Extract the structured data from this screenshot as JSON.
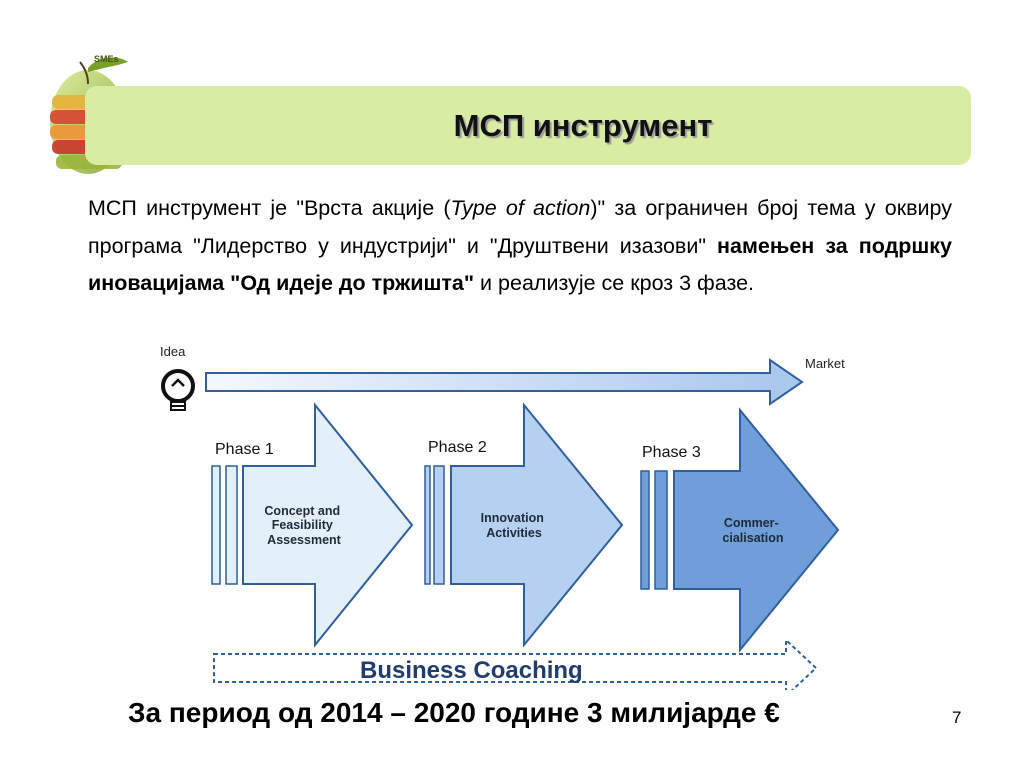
{
  "slide": {
    "logo_text": "SMEs",
    "title": "МСП инструмент",
    "intro": {
      "p1": "МСП инструмент је \"Врста акције (",
      "p2_italic": "Type of action",
      "p3": ")\" за ограничен број тема у оквиру програма \"Лидерство у индустрији\" и \"Друштвени изазови\" ",
      "p4_bold": "намењен за подршку иновацијама \"Од идеје до тржишта\"",
      "p5": " и реализује се кроз 3 фазе."
    },
    "footer_note": "За период од 2014 – 2020 године 3 милијарде €",
    "page_number": "7"
  },
  "diagram": {
    "idea_label": "Idea",
    "market_label": "Market",
    "phases": [
      {
        "label": "Phase 1",
        "line1": "Concept and",
        "line2": "Feasibility",
        "line3": "Assessment",
        "color": "#e3f0fb"
      },
      {
        "label": "Phase 2",
        "line1": "Innovation",
        "line2": "Activities",
        "line3": "",
        "color": "#b5d0f0"
      },
      {
        "label": "Phase 3",
        "line1": "Commer-",
        "line2": "cialisation",
        "line3": "",
        "color": "#6f9ed9"
      }
    ],
    "coaching_label": "Business Coaching",
    "colors": {
      "arrow_stroke": "#2f5f9c",
      "arrow_light": "#eef4fc",
      "arrow_dark": "#a8c6ec",
      "logo_green": "#6a8a1f"
    }
  }
}
